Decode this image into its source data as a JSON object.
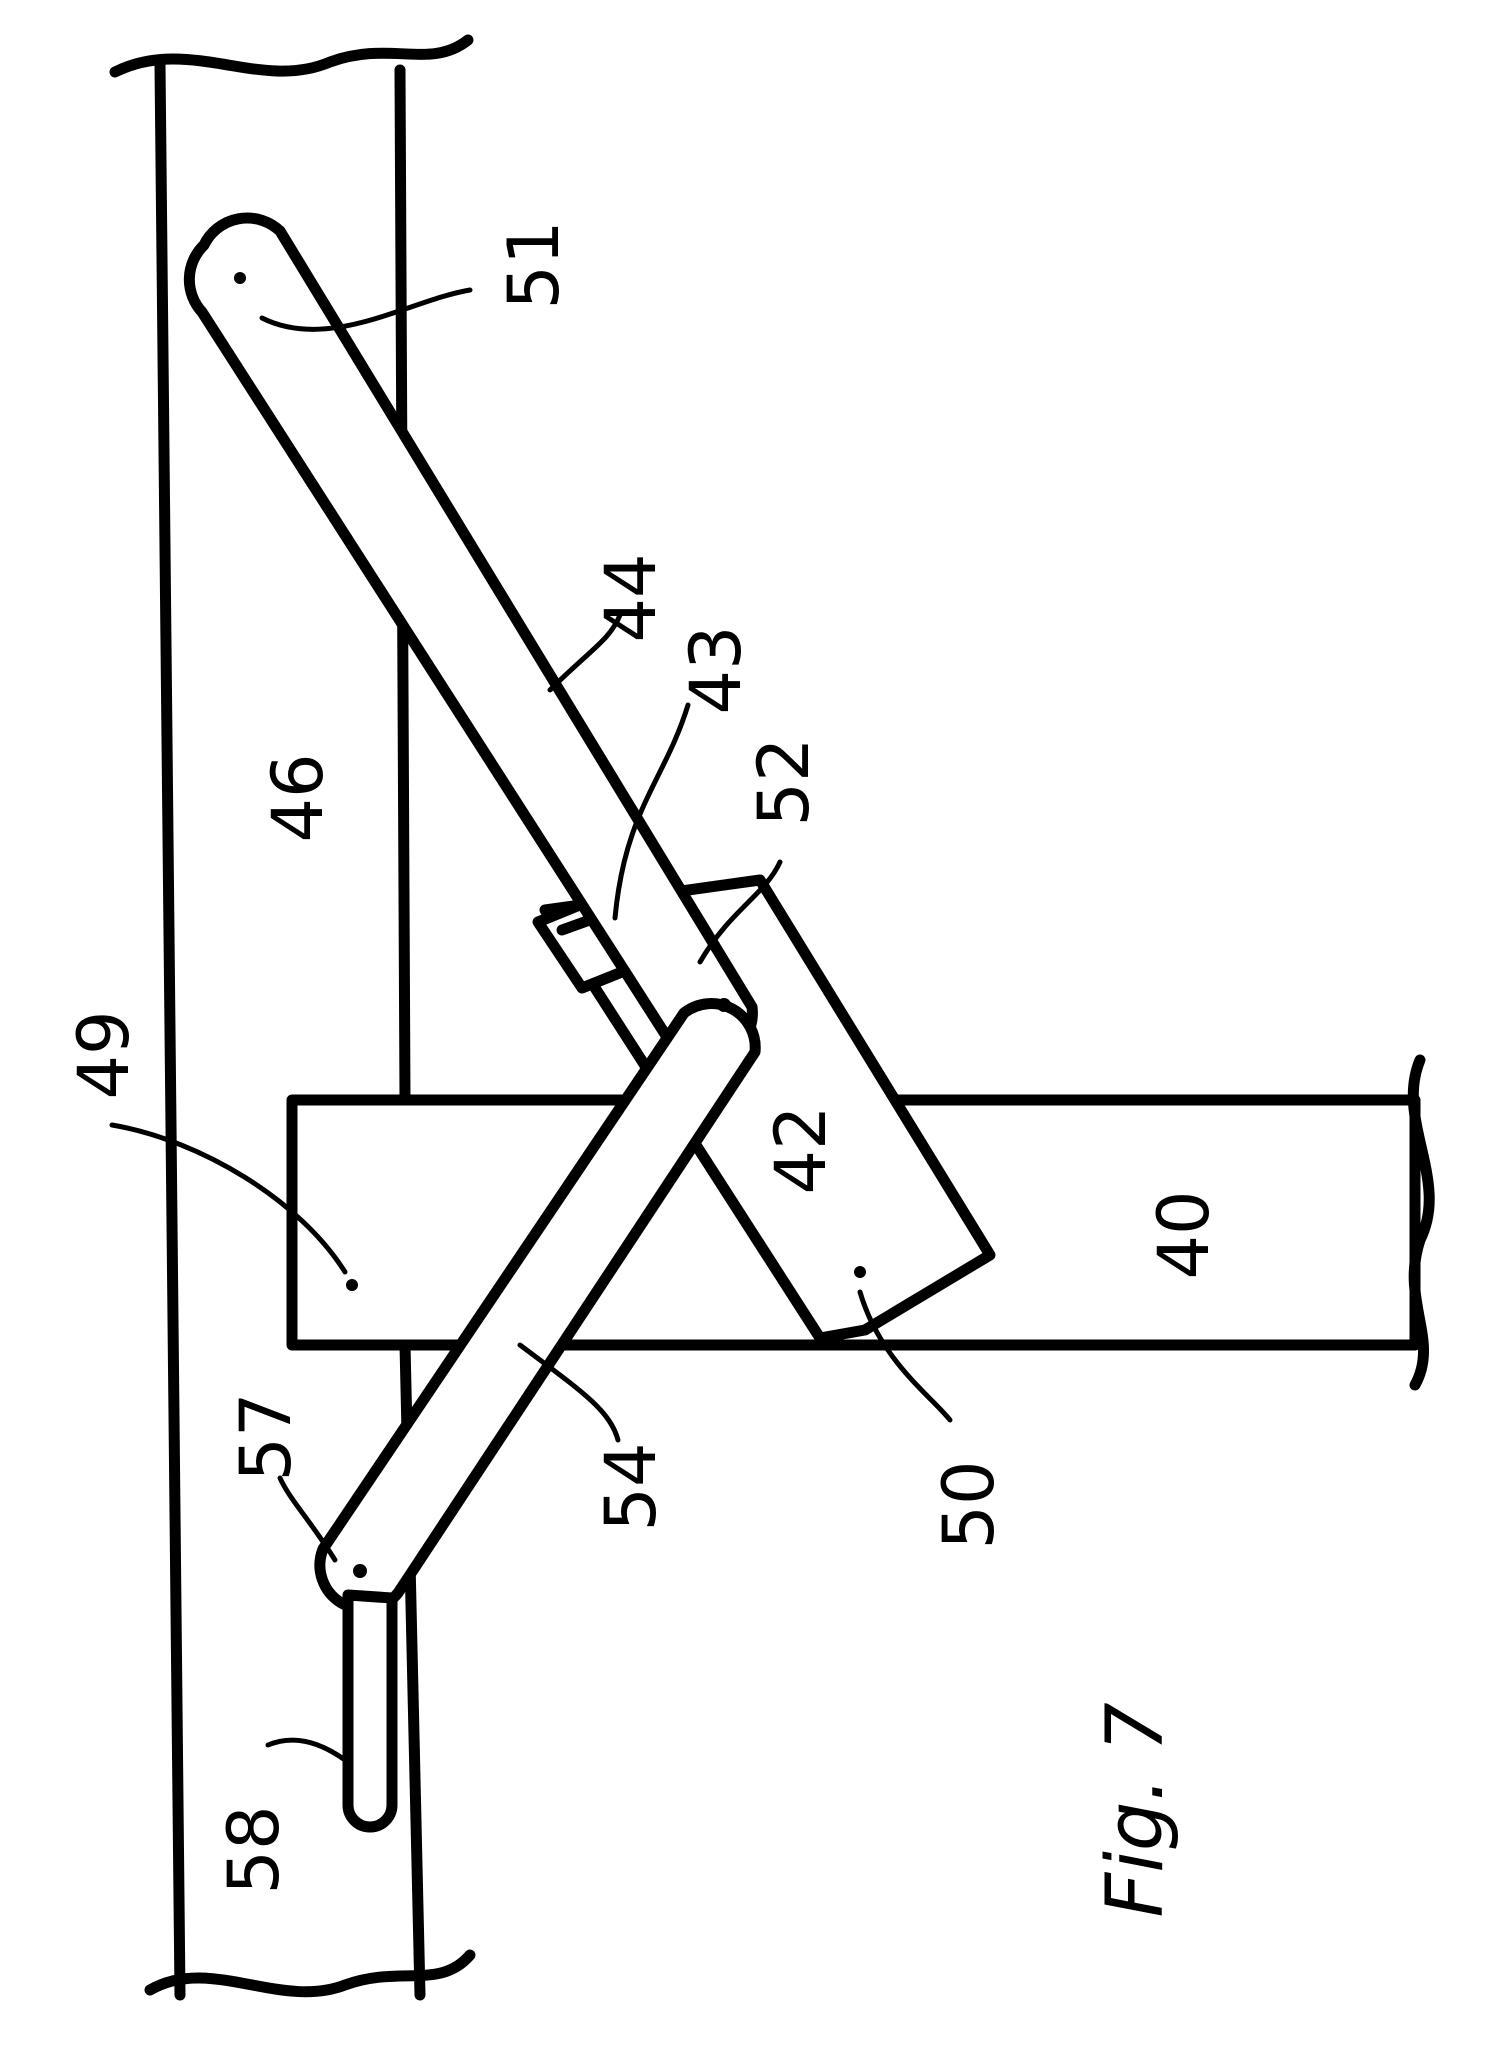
{
  "figure": {
    "caption": "Fig. 7",
    "labels": {
      "r40": "40",
      "r42": "42",
      "r43": "43",
      "r44": "44",
      "r46": "46",
      "r49": "49",
      "r50": "50",
      "r51": "51",
      "r52": "52",
      "r54": "54",
      "r57": "57",
      "r58": "58"
    }
  },
  "style": {
    "ink": "#000000",
    "paper": "#ffffff"
  }
}
